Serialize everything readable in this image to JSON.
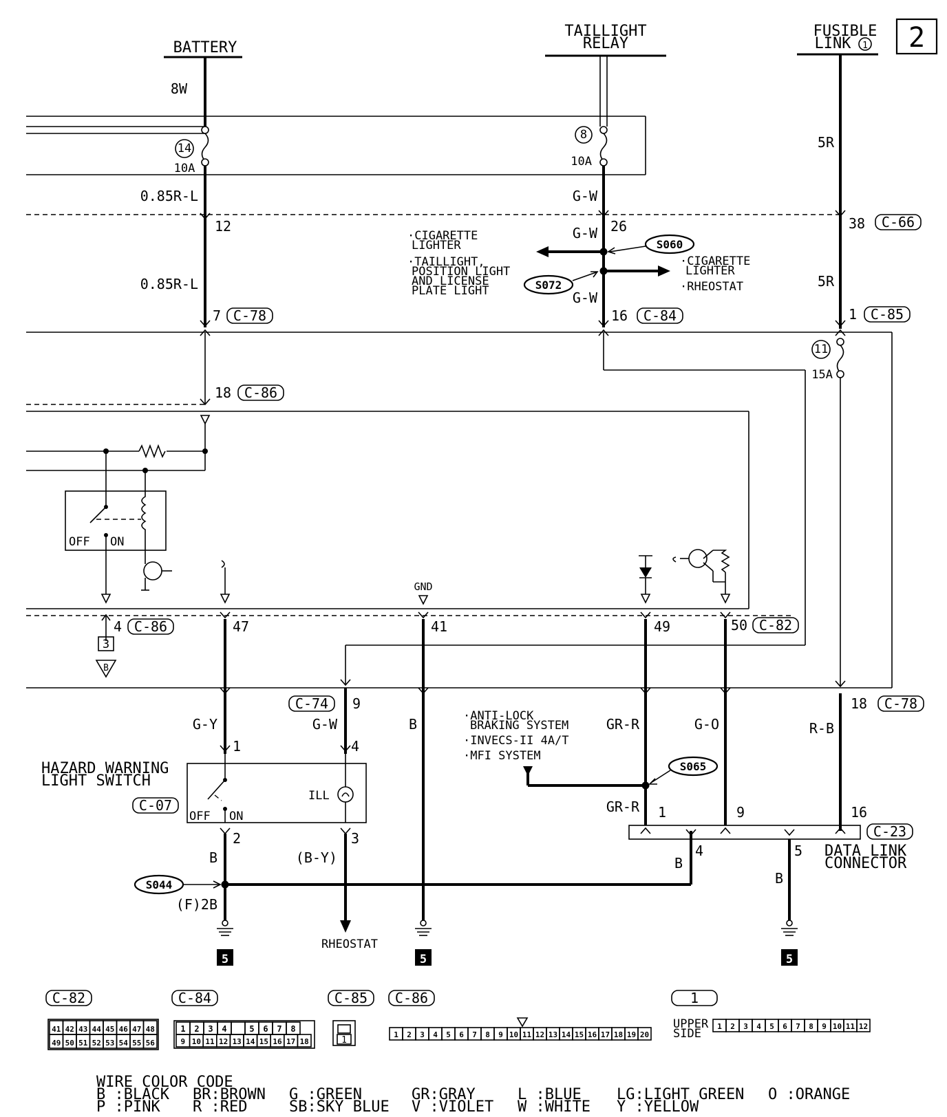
{
  "sheet_number": "2",
  "sources": {
    "battery": "BATTERY",
    "taillight_relay_l1": "TAILLIGHT",
    "taillight_relay_l2": "RELAY",
    "fusible_link_l1": "FUSIBLE",
    "fusible_link_l2": "LINK",
    "fusible_link_num": "1"
  },
  "wires": {
    "w8w": "8W",
    "w085rl_a": "0.85R-L",
    "w085rl_b": "0.85R-L",
    "gw_a": "G-W",
    "gw_b": "G-W",
    "gw_c": "G-W",
    "gw_d": "G-W",
    "r5_a": "5R",
    "r5_b": "5R",
    "gy": "G-Y",
    "b_mid": "B",
    "grr_a": "GR-R",
    "grr_b": "GR-R",
    "go": "G-O",
    "rb": "R-B",
    "b_sw": "B",
    "by": "(B-Y)",
    "b_dlc": "B",
    "b_5": "B",
    "f2b": "(F)2B"
  },
  "fuses": {
    "f14_num": "14",
    "f14_amp": "10A",
    "f8_num": "8",
    "f8_amp": "10A",
    "f11_num": "11",
    "f11_amp": "15A"
  },
  "pins": {
    "p12": "12",
    "p7": "7",
    "p26": "26",
    "p16": "16",
    "p38": "38",
    "p1": "1",
    "p18a": "18",
    "p4a": "4",
    "p47": "47",
    "p41": "41",
    "p49": "49",
    "p50": "50",
    "p9a": "9",
    "p18b": "18",
    "p1sw": "1",
    "p4sw": "4",
    "p2sw": "2",
    "p3sw": "3",
    "p1d": "1",
    "p9d": "9",
    "p16d": "16",
    "p4d": "4",
    "p5d": "5"
  },
  "connectors": {
    "c78a": "C-78",
    "c84": "C-84",
    "c66": "C-66",
    "c85": "C-85",
    "c86a": "C-86",
    "c86b": "C-86",
    "c82": "C-82",
    "c74": "C-74",
    "c78b": "C-78",
    "c07": "C-07",
    "c23": "C-23"
  },
  "splices": {
    "s060": "S060",
    "s072": "S072",
    "s065": "S065",
    "s044": "S044"
  },
  "destinations": {
    "left_l1": "·CIGARETTE",
    "left_l2": "LIGHTER",
    "left_l3": "·TAILLIGHT,",
    "left_l4": "POSITION LIGHT",
    "left_l5": "AND LICENSE",
    "left_l6": "PLATE LIGHT",
    "right_l1": "·CIGARETTE",
    "right_l2": "LIGHTER",
    "right_l3": "·RHEOSTAT",
    "abs_l1": "·ANTI-LOCK",
    "abs_l2": "BRAKING SYSTEM",
    "abs_l3": "·INVECS-II 4A/T",
    "abs_l4": "·MFI SYSTEM",
    "rheostat": "RHEOSTAT"
  },
  "components": {
    "hazard_l1": "HAZARD WARNING",
    "hazard_l2": "LIGHT SWITCH",
    "off": "OFF",
    "on": "ON",
    "off_sw": "OFF",
    "on_sw": "ON",
    "ill": "ILL",
    "gnd": "GND",
    "dlc_l1": "DATA LINK",
    "dlc_l2": "CONNECTOR",
    "ref3": "3",
    "refB": "B",
    "ground_ref": "5"
  },
  "connector_views": {
    "c82": {
      "label": "C-82",
      "row1": [
        "41",
        "42",
        "43",
        "44",
        "45",
        "46",
        "47",
        "48"
      ],
      "row2": [
        "49",
        "50",
        "51",
        "52",
        "53",
        "54",
        "55",
        "56"
      ]
    },
    "c84": {
      "label": "C-84",
      "row1": [
        "1",
        "2",
        "3",
        "4",
        "",
        "5",
        "6",
        "7",
        "8"
      ],
      "row2": [
        "9",
        "10",
        "11",
        "12",
        "13",
        "14",
        "15",
        "16",
        "17",
        "18"
      ]
    },
    "c85": {
      "label": "C-85",
      "pin": "1"
    },
    "c86": {
      "label": "C-86",
      "pins": [
        "1",
        "2",
        "3",
        "4",
        "5",
        "6",
        "7",
        "8",
        "9",
        "10",
        "11",
        "12",
        "13",
        "14",
        "15",
        "16",
        "17",
        "18",
        "19",
        "20"
      ]
    },
    "fl1": {
      "label": "1",
      "side_l1": "UPPER",
      "side_l2": "SIDE",
      "pins": [
        "1",
        "2",
        "3",
        "4",
        "5",
        "6",
        "7",
        "8",
        "9",
        "10",
        "11",
        "12"
      ]
    }
  },
  "color_code": {
    "title": "WIRE COLOR CODE",
    "row1": [
      "B :BLACK",
      "BR:BROWN",
      "G :GREEN",
      "GR:GRAY",
      "L :BLUE",
      "LG:LIGHT GREEN",
      "O :ORANGE"
    ],
    "row2": [
      "P :PINK",
      "R :RED",
      "SB:SKY BLUE",
      "V :VIOLET",
      "W :WHITE",
      "Y :YELLOW"
    ]
  }
}
